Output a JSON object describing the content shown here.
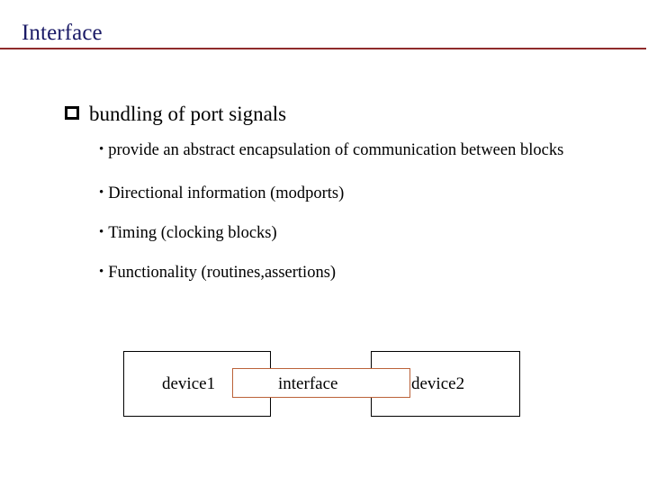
{
  "slide": {
    "title": "Interface",
    "title_color": "#1a1a66",
    "rule_color": "#8f2a2a"
  },
  "content": {
    "level1": [
      {
        "bullet_icon": "hollow-square-bullet",
        "text": "bundling of port signals"
      }
    ],
    "level2": [
      {
        "bullet_icon": "round-bullet",
        "text": "provide an abstract encapsulation of communication between blocks"
      },
      {
        "bullet_icon": "round-bullet",
        "text": "Directional information (modports)"
      },
      {
        "bullet_icon": "round-bullet",
        "text": "Timing (clocking blocks)"
      },
      {
        "bullet_icon": "round-bullet",
        "text": "Functionality (routines,assertions)"
      }
    ],
    "bullet_glyph": "•"
  },
  "diagram": {
    "device1_label": "device1",
    "interface_label": "interface",
    "device2_label": "device2",
    "box_border_color": "#000000",
    "interface_border_color": "#bb6239"
  }
}
